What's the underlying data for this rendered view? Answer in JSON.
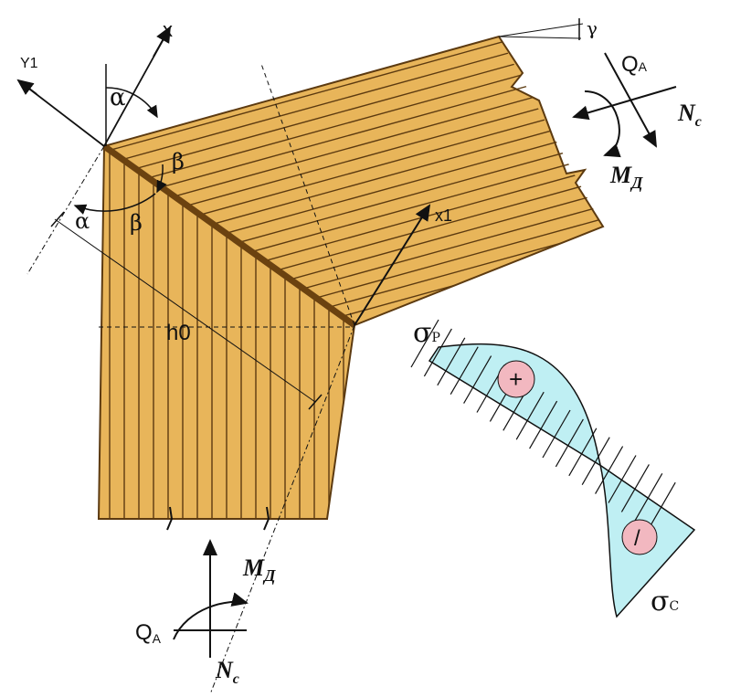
{
  "colors": {
    "wood": "#E8B55A",
    "wood_line": "#5C3A10",
    "epure_fill": "#BFEFF3",
    "circle_fill": "#F2B8C0",
    "ink": "#111111"
  },
  "labels": {
    "axis_x": "x",
    "axis_y1": "Y1",
    "axis_x1": "x1",
    "angle_alpha": "α",
    "angle_beta": "β",
    "angle_gamma": "γ",
    "height": "h0",
    "right_shear_main": "Q",
    "right_shear_sub": "A",
    "right_normal_main": "N",
    "right_normal_sub": "c",
    "right_moment_main": "M",
    "right_moment_sub": "Д",
    "bottom_shear_main": "Q",
    "bottom_shear_sub": "A",
    "bottom_normal_main": "N",
    "bottom_normal_sub": "c",
    "bottom_moment_main": "M",
    "bottom_moment_sub": "Д",
    "stress_tension_main": "σ",
    "stress_tension_sub": "P",
    "stress_compression_main": "σ",
    "stress_compression_sub": "C",
    "sign_plus": "+",
    "sign_minus": "/"
  }
}
